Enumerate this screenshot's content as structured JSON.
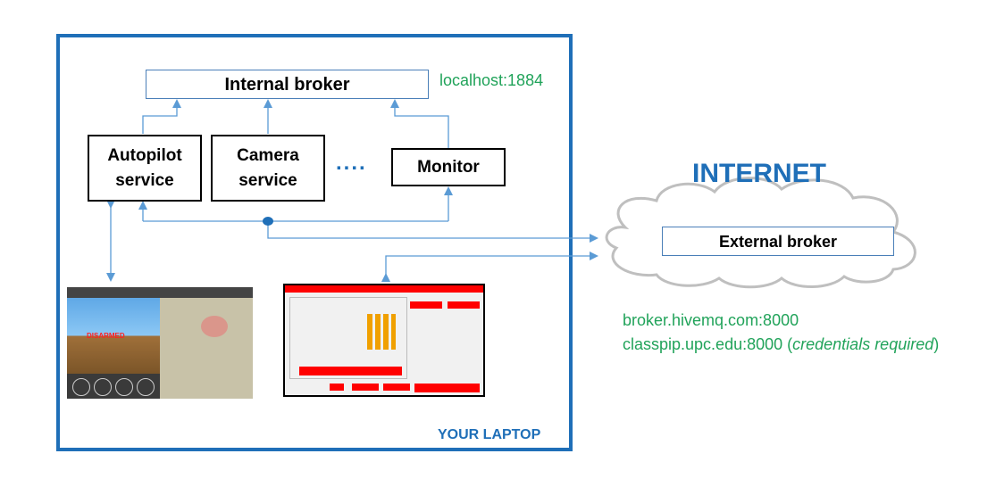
{
  "internal_broker": {
    "label": "Internal broker",
    "address": "localhost:1884"
  },
  "services": {
    "autopilot": "Autopilot\nservice",
    "camera": "Camera\nservice",
    "ellipsis": "....",
    "monitor": "Monitor"
  },
  "internet": {
    "label": "INTERNET",
    "external_broker": "External broker"
  },
  "hosts": {
    "hivemq": "broker.hivemq.com:8000",
    "classpip": "classpip.upc.edu:8000",
    "classpip_note": "credentials required"
  },
  "laptop": {
    "label": "YOUR LAPTOP"
  },
  "screenshots": {
    "ground_station_status": "DISARMED"
  },
  "colors": {
    "frame": "#1f6fb8",
    "arrow": "#5b9bd5",
    "address": "#21a35a",
    "cloud": "#cfcfcf",
    "ui_red": "#ff0000"
  }
}
